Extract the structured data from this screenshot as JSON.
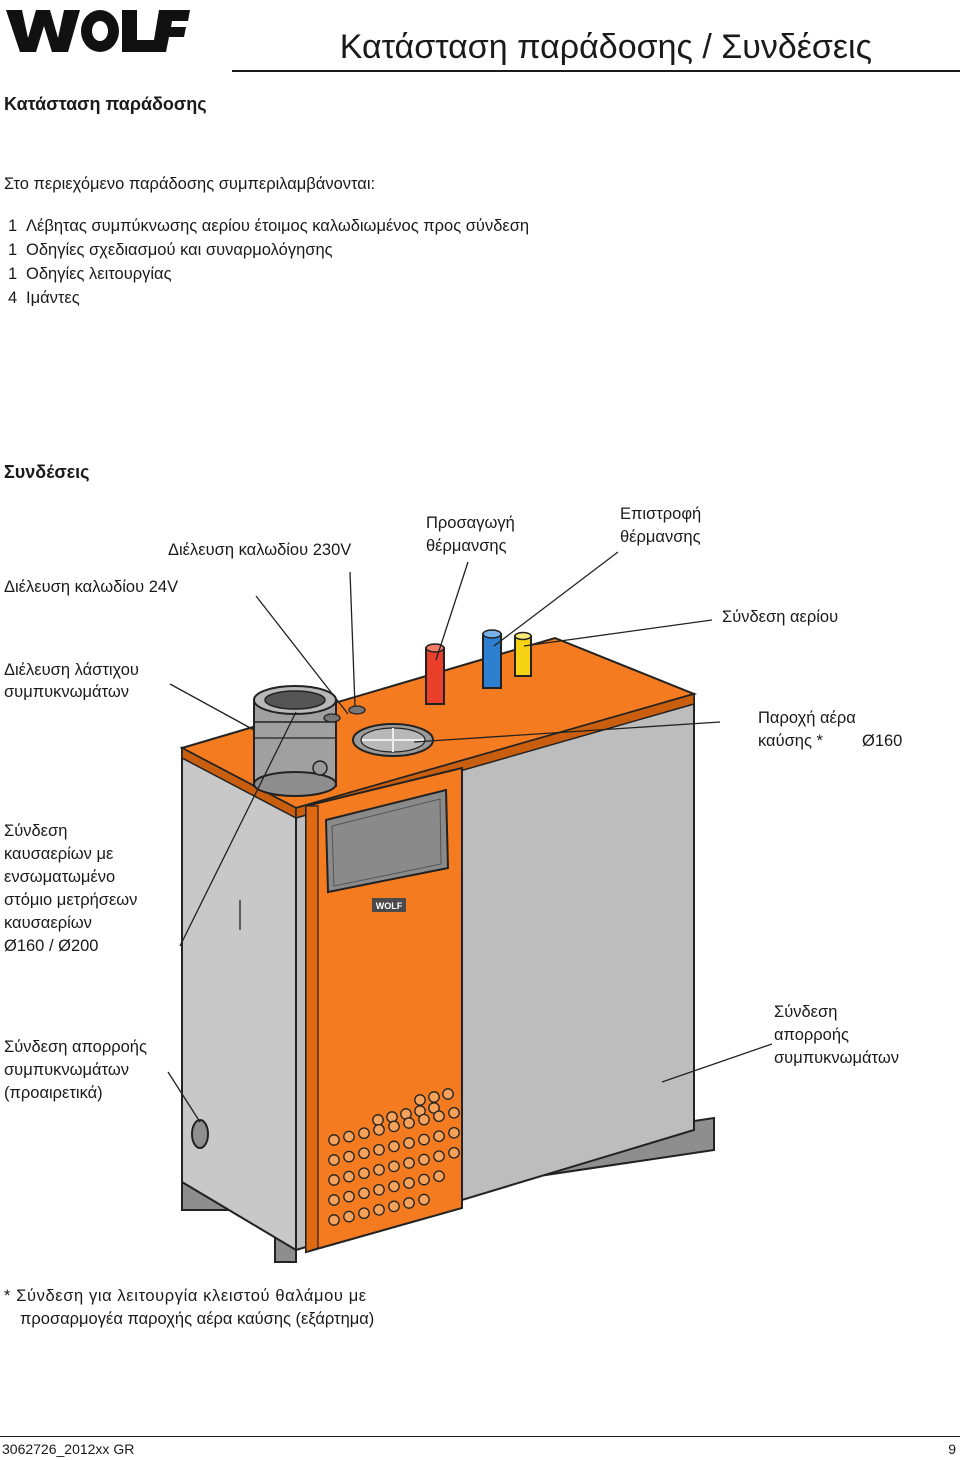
{
  "header": {
    "brand": "WOLF",
    "title": "Κατάσταση παράδοσης / Συνδέσεις"
  },
  "delivery": {
    "heading": "Κατάσταση παράδοσης",
    "intro": "Στο περιεχόμενο παράδοσης συμπεριλαμβάνονται:",
    "items": [
      {
        "qty": "1",
        "text": "Λέβητας συμπύκνωσης αερίου έτοιμος καλωδιωμένος προς σύνδεση"
      },
      {
        "qty": "1",
        "text": "Οδηγίες σχεδιασμού και συναρμολόγησης"
      },
      {
        "qty": "1",
        "text": "Οδηγίες λειτουργίας"
      },
      {
        "qty": "4",
        "text": "Ιμάντες"
      }
    ]
  },
  "connections": {
    "heading": "Συνδέσεις",
    "labels": {
      "cable_230v": "Διέλευση καλωδίου 230V",
      "heating_supply": [
        "Προσαγωγή",
        "θέρμανσης"
      ],
      "heating_return": [
        "Επιστροφή",
        "θέρμανσης"
      ],
      "cable_24v": "Διέλευση καλωδίου 24V",
      "gas": "Σύνδεση αερίου",
      "condensate_hose": [
        "Διέλευση λάστιχου",
        "συμπυκνωμάτων"
      ],
      "combustion_air": [
        "Παροχή αέρα",
        "καύσης *",
        "Ø160"
      ],
      "flue_gas": [
        "Σύνδεση",
        "καυσαερίων με",
        "ενσωματωμένο",
        "στόμιο μετρήσεων",
        "καυσαερίων",
        "Ø160 / Ø200"
      ],
      "condensate_drain_optional": [
        "Σύνδεση απορροής",
        "συμπυκνωμάτων",
        "(προαιρετικά)"
      ],
      "condensate_drain": [
        "Σύνδεση",
        "απορροής",
        "συμπυκνωμάτων"
      ]
    },
    "panel_logo": "WOLF"
  },
  "footnote": [
    "* Σύνδεση για λειτουργία κλειστού θαλάμου με",
    "προσαρμογέα παροχής αέρα καύσης (εξάρτημα)"
  ],
  "footer": {
    "doc_code": "3062726_2012xx GR",
    "page": "9"
  },
  "colors": {
    "orange": "#f47b20",
    "grey_side": "#c8c8c8",
    "grey_front": "#b4b4b4",
    "pipe_red": "#e8402a",
    "pipe_blue": "#2e7fd0",
    "pipe_yellow": "#f7d316"
  }
}
